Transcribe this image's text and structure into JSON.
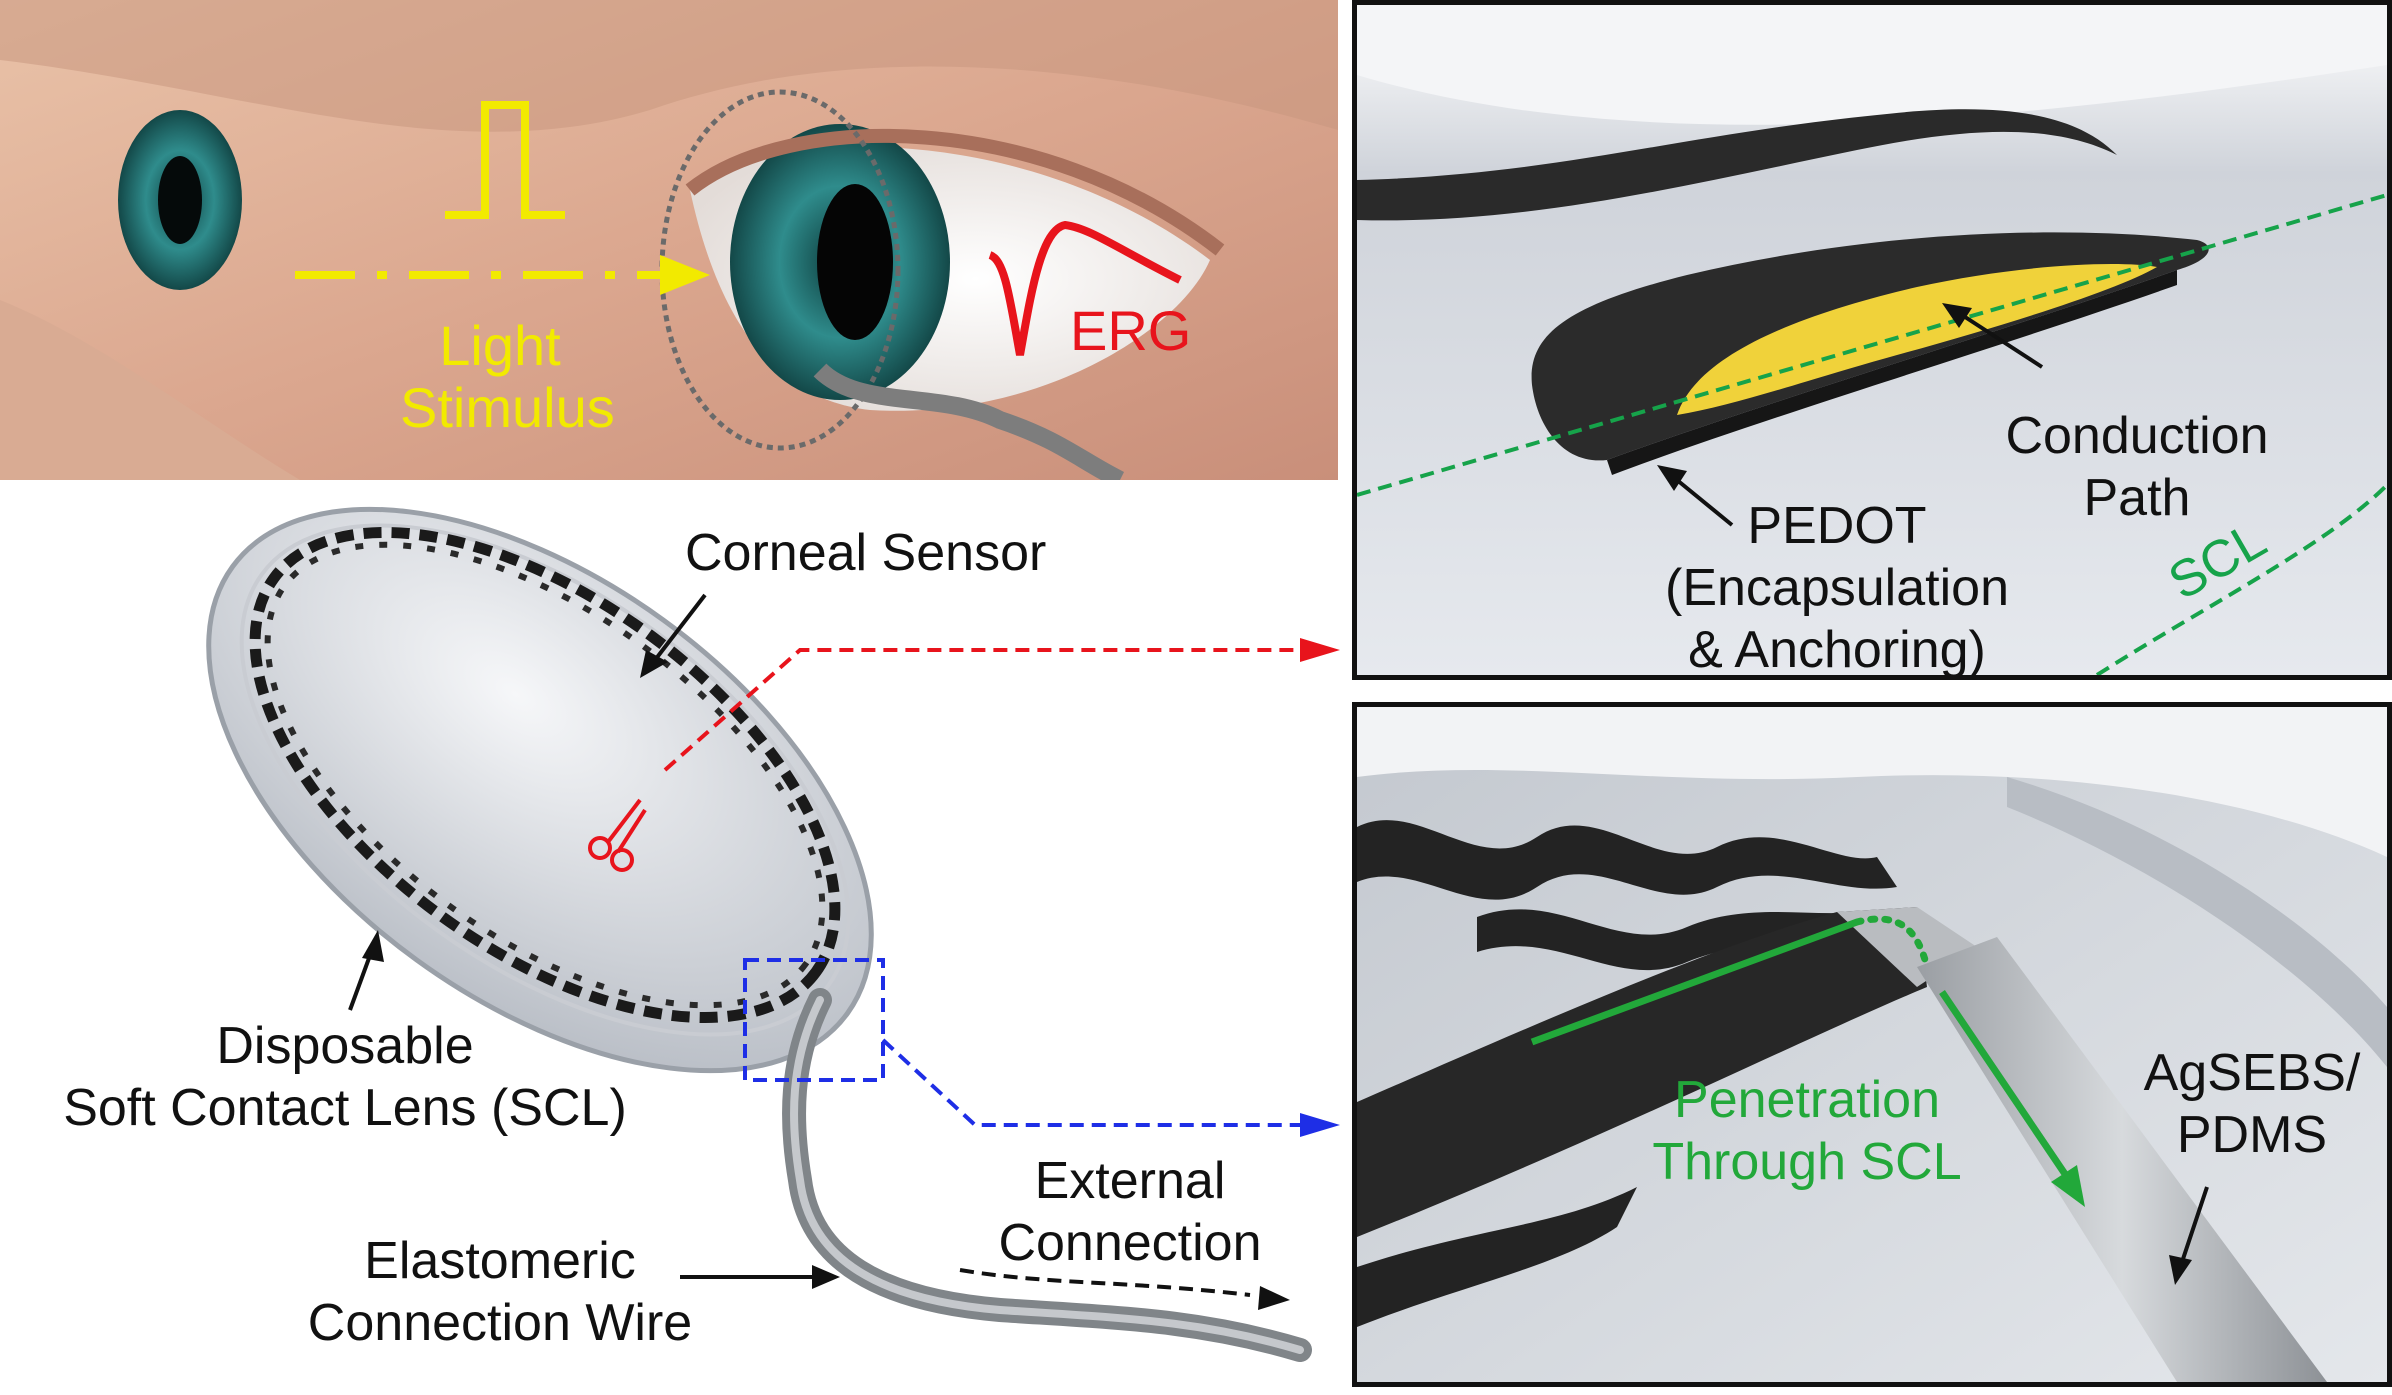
{
  "eye_panel": {
    "stimulus_label_line1": "Light",
    "stimulus_label_line2": "Stimulus",
    "signal_label": "ERG",
    "colors": {
      "stimulus": "#f2ea00",
      "erg": "#e8141c"
    }
  },
  "overview": {
    "corneal_sensor": "Corneal Sensor",
    "lens_line1": "Disposable",
    "lens_line2": "Soft Contact Lens (SCL)",
    "wire_line1": "Elastomeric",
    "wire_line2": "Connection Wire",
    "external_line1": "External",
    "external_line2": "Connection"
  },
  "top_zoom": {
    "conduction_line1": "Conduction",
    "conduction_line2": "Path",
    "pedot_line1": "PEDOT",
    "pedot_line2": "(Encapsulation",
    "pedot_line3": "& Anchoring)",
    "scl_label": "SCL",
    "colors": {
      "scl": "#16a34a",
      "conduction": "#f0d23a",
      "pedot": "#2b2b2b"
    }
  },
  "bottom_zoom": {
    "penetration_line1": "Penetration",
    "penetration_line2": "Through SCL",
    "wire_line1": "AgSEBS/",
    "wire_line2": "PDMS",
    "colors": {
      "penetration": "#22a83a"
    }
  },
  "connectors": {
    "red": "#e8141c",
    "blue": "#1e2ee6"
  }
}
